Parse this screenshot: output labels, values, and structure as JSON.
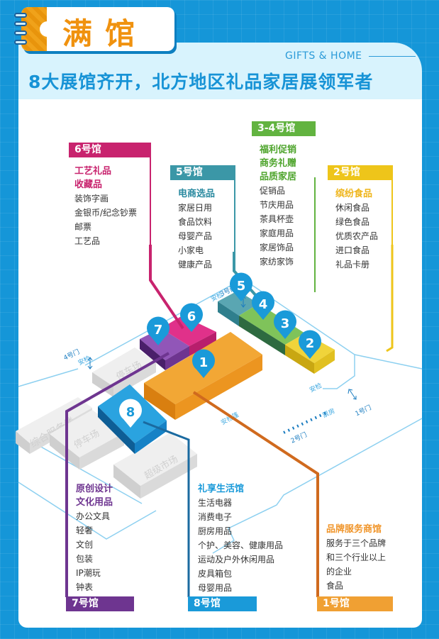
{
  "header": {
    "tag": "满馆",
    "eng": "GIFTS & HOME",
    "subtitle": "8大展馆齐开，北方地区礼品家居展领军者"
  },
  "halls": {
    "h6": {
      "label": "6号馆",
      "heading": [
        "工艺礼品",
        "收藏品"
      ],
      "items": [
        "装饰字画",
        "金银币/纪念钞票",
        "邮票",
        "工艺品"
      ],
      "color": "#c8236e"
    },
    "h5": {
      "label": "5号馆",
      "heading": [
        "电商选品"
      ],
      "items": [
        "家居日用",
        "食品饮料",
        "母婴产品",
        "小家电",
        "健康产品"
      ],
      "color": "#3b97a7"
    },
    "h34": {
      "label": "3-4号馆",
      "heading": [
        "福利促销",
        "商务礼赠",
        "品质家居"
      ],
      "items": [
        "促销品",
        "节庆用品",
        "茶具杯壶",
        "家庭用品",
        "家居饰品",
        "家纺家饰"
      ],
      "color": "#62b340"
    },
    "h2": {
      "label": "2号馆",
      "heading": [
        "缤纷食品"
      ],
      "items": [
        "休闲食品",
        "绿色食品",
        "优质农产品",
        "进口食品",
        "礼品卡册"
      ],
      "color": "#eec51a"
    },
    "h7": {
      "label": "7号馆",
      "heading": [
        "原创设计",
        "文化用品"
      ],
      "items": [
        "办公文具",
        "轻奢",
        "文创",
        "包装",
        "IP潮玩",
        "钟表"
      ],
      "color": "#6e3590"
    },
    "h8": {
      "label": "8号馆",
      "heading": [
        "礼享生活馆"
      ],
      "items": [
        "生活电器",
        "消费电子",
        "厨房用品",
        "个护、美容、健康用品",
        "运动及户外休闲用品",
        "皮具箱包",
        "母婴用品"
      ],
      "color": "#1a9ad9"
    },
    "h1": {
      "label": "1号馆",
      "heading": [
        "品牌服务商馆"
      ],
      "items": [
        "服务于三个品牌",
        "和三个行业以上",
        "的企业",
        "食品"
      ],
      "color": "#f0a033"
    }
  },
  "map": {
    "pins": [
      "1",
      "2",
      "3",
      "4",
      "5",
      "6",
      "7",
      "8"
    ],
    "buildings": [
      "综合服务楼",
      "停车场",
      "停车场",
      "超级市场"
    ],
    "gates": [
      "1号门",
      "2号门",
      "3号门",
      "4号门"
    ],
    "labels": {
      "security": "安检",
      "security_lane": "安检篷",
      "ticket": "票房"
    }
  }
}
